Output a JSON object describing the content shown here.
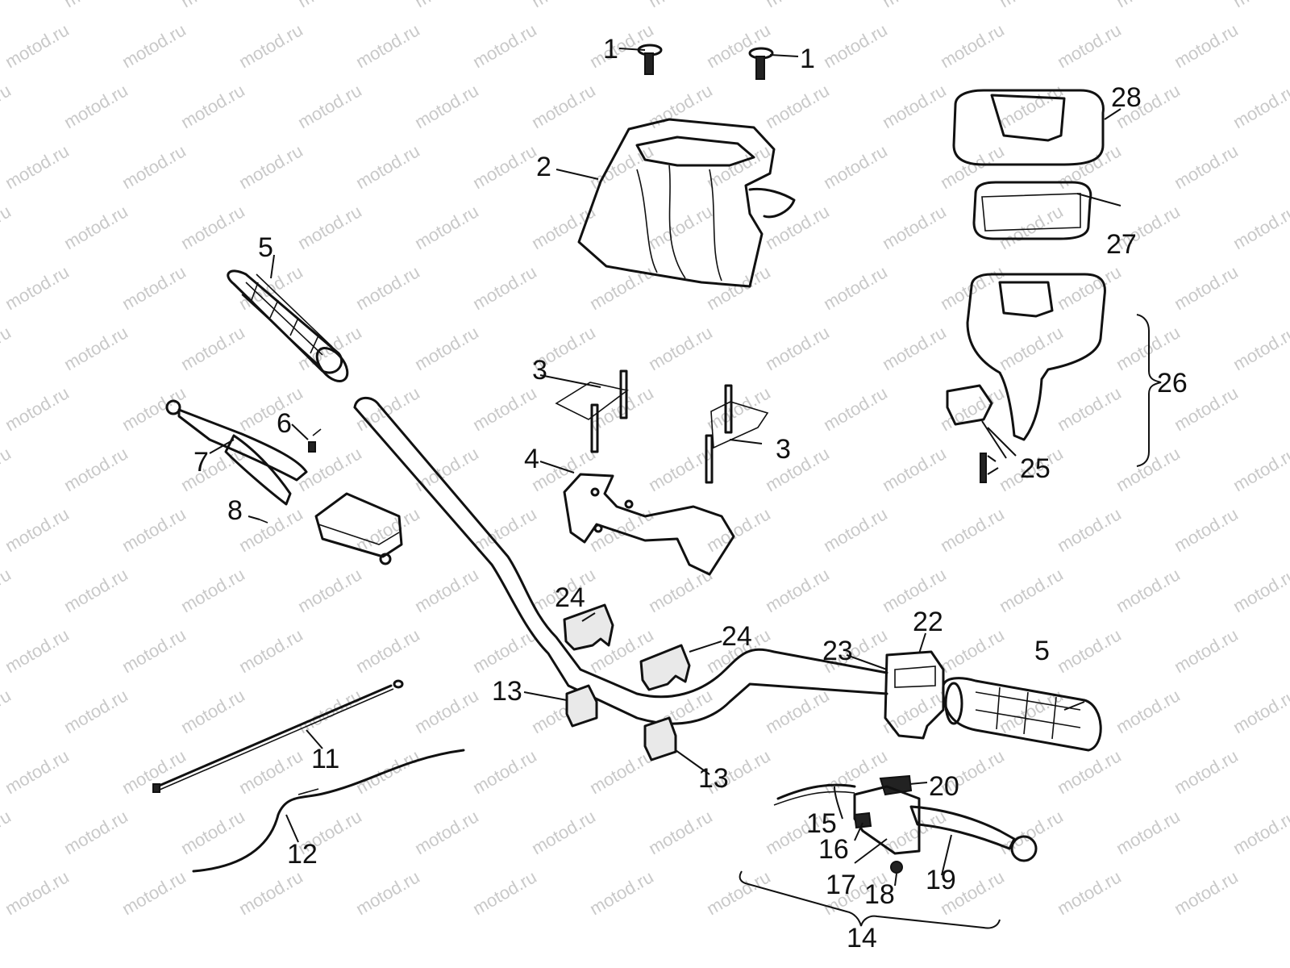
{
  "watermark": "motod.ru",
  "colors": {
    "line": "#111111",
    "watermark": "#c9c9c9",
    "background": "#ffffff"
  },
  "callouts": [
    "1",
    "1",
    "2",
    "3",
    "3",
    "4",
    "5",
    "5",
    "6",
    "7",
    "8",
    "11",
    "12",
    "13",
    "13",
    "14",
    "15",
    "16",
    "17",
    "18",
    "19",
    "20",
    "22",
    "23",
    "24",
    "24",
    "25",
    "26",
    "27",
    "28"
  ]
}
